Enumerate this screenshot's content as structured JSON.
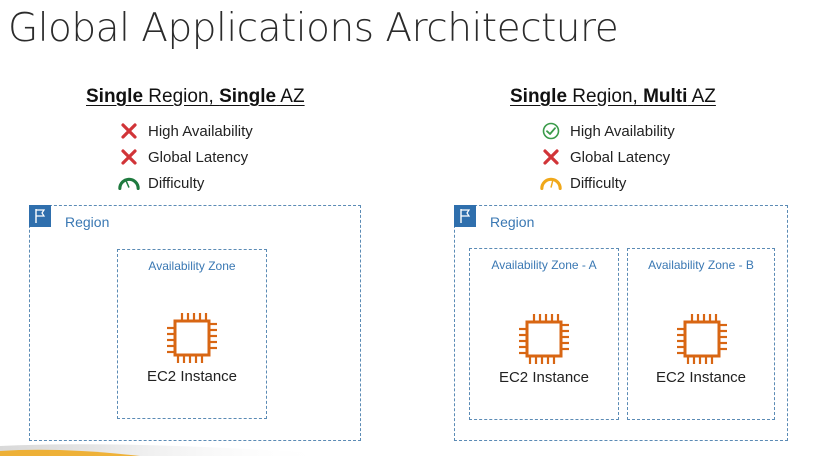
{
  "title": "Global Applications Architecture",
  "panels": [
    {
      "heading": {
        "part1_bold": "Single",
        "part2": " Region, ",
        "part3_bold": "Single",
        "part4": " AZ"
      },
      "criteria": [
        {
          "label": "High Availability",
          "icon": "red-x-icon"
        },
        {
          "label": "Global Latency",
          "icon": "red-x-icon"
        },
        {
          "label": "Difficulty",
          "icon": "green-gauge-icon"
        }
      ],
      "region_label": "Region",
      "zones": [
        {
          "label": "Availability Zone",
          "instance_label": "EC2 Instance"
        }
      ]
    },
    {
      "heading": {
        "part1_bold": "Single",
        "part2": " Region, ",
        "part3_bold": "Multi",
        "part4": " AZ"
      },
      "criteria": [
        {
          "label": "High Availability",
          "icon": "green-check-circle-icon"
        },
        {
          "label": "Global Latency",
          "icon": "red-x-icon"
        },
        {
          "label": "Difficulty",
          "icon": "yellow-gauge-icon"
        }
      ],
      "region_label": "Region",
      "zones": [
        {
          "label": "Availability Zone - A",
          "instance_label": "EC2 Instance"
        },
        {
          "label": "Availability Zone - B",
          "instance_label": "EC2 Instance"
        }
      ]
    }
  ],
  "colors": {
    "red_x": "#d13438",
    "green_check": "#3a9b4a",
    "green_gauge": "#1f7a3f",
    "yellow_gauge": "#f0a81a",
    "region_border": "#5b8bb5",
    "region_flag": "#2f6fad",
    "ec2_orange": "#d86613"
  }
}
